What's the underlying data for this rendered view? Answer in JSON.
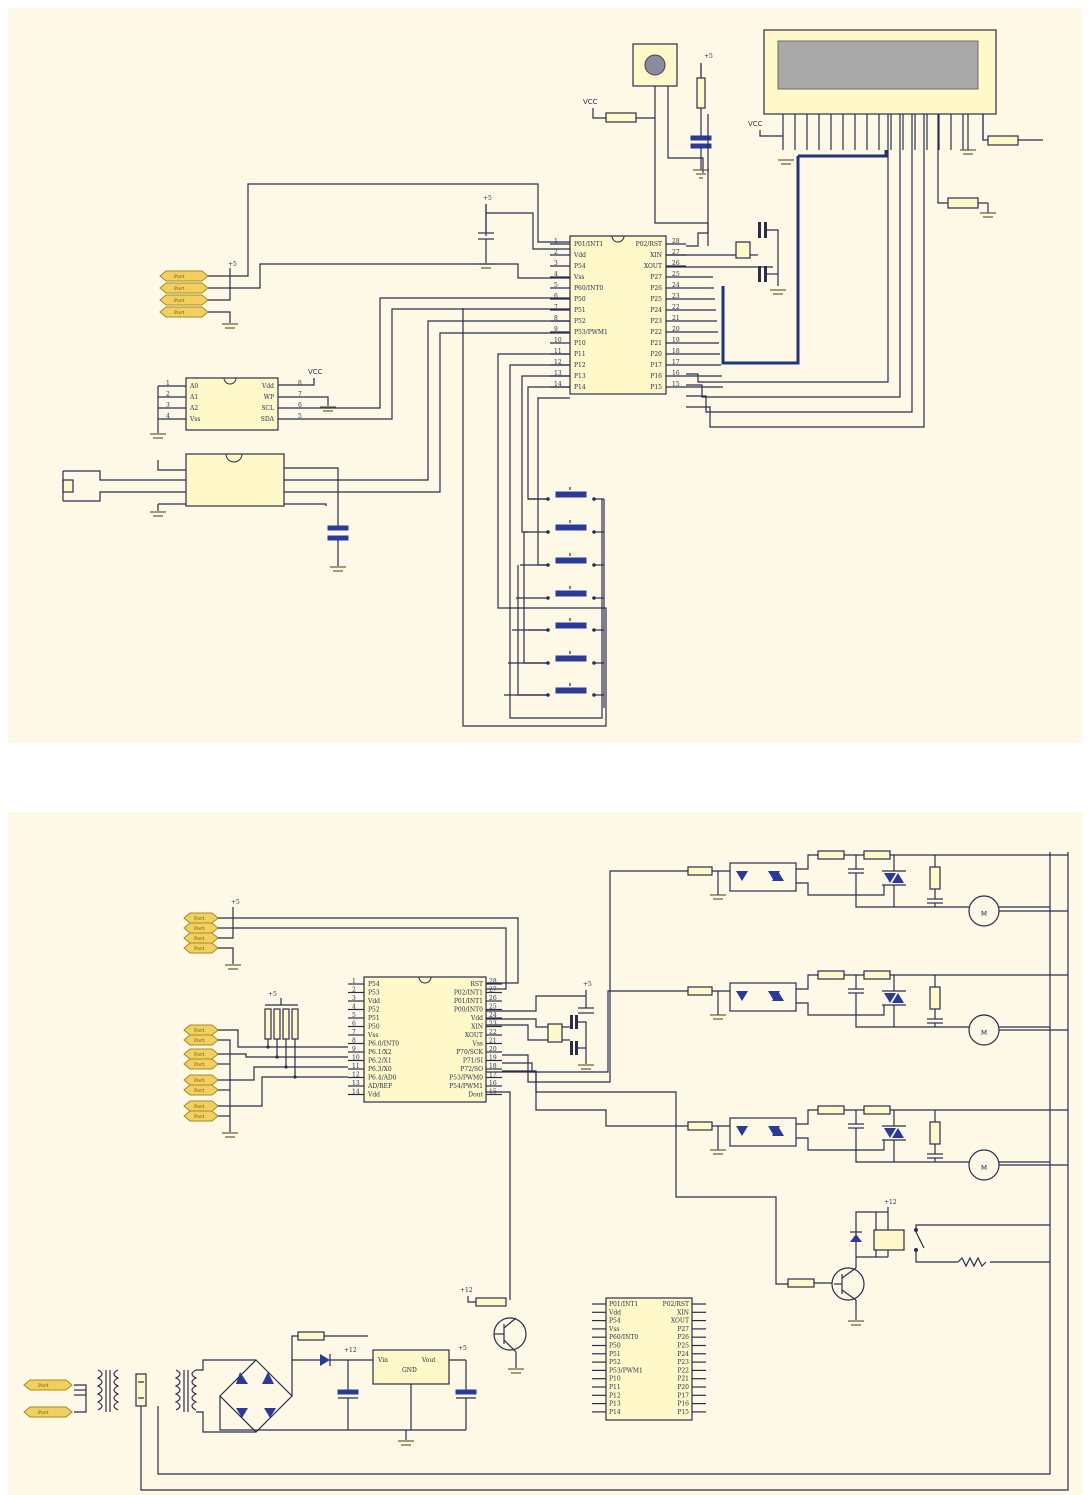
{
  "schematic_1": {
    "mcu": {
      "left_pins": [
        "P01/INT1",
        "Vdd",
        "P54",
        "Vss",
        "P60/INT0",
        "P50",
        "P51",
        "P52",
        "P53/PWM1",
        "P10",
        "P11",
        "P12",
        "P13",
        "P14"
      ],
      "right_pins": [
        "P02/RST",
        "XIN",
        "XOUT",
        "P27",
        "P26",
        "P25",
        "P24",
        "P23",
        "P22",
        "P21",
        "P20",
        "P17",
        "P16",
        "P15"
      ],
      "left_nums": [
        "1",
        "2",
        "3",
        "4",
        "5",
        "6",
        "7",
        "8",
        "9",
        "10",
        "11",
        "12",
        "13",
        "14"
      ],
      "right_nums": [
        "28",
        "27",
        "26",
        "25",
        "24",
        "23",
        "22",
        "21",
        "20",
        "19",
        "18",
        "17",
        "16",
        "15"
      ]
    },
    "eeprom": {
      "left_pins": [
        "A0",
        "A1",
        "A2",
        "Vss"
      ],
      "right_pins": [
        "Vdd",
        "WP",
        "SCL",
        "SDA"
      ],
      "left_nums": [
        "1",
        "2",
        "3",
        "4"
      ],
      "right_nums": [
        "8",
        "7",
        "6",
        "5"
      ]
    },
    "vcc_labels": [
      "VCC",
      "VCC",
      "VCC"
    ],
    "ports": [
      "Port",
      "Port",
      "Port",
      "Port"
    ],
    "supply_labels": [
      "+5",
      "+5",
      "+5"
    ]
  },
  "schematic_2": {
    "mcu": {
      "left_pins": [
        "P54",
        "P53",
        "Vdd",
        "P52",
        "P51",
        "P50",
        "Vss",
        "P6.0/INT0",
        "P6.1/X2",
        "P6.2/X1",
        "P6.3/X0",
        "P6.4/AD0",
        "AD/REF",
        "Vdd"
      ],
      "right_pins": [
        "RST",
        "P02/INT1",
        "P01/INT1",
        "P00/INT0",
        "Vdd",
        "XIN",
        "XOUT",
        "Vss",
        "P70/SCK",
        "P71/SI",
        "P72/SO",
        "P53/PWM0",
        "P54/PWM1",
        "Dout"
      ],
      "left_nums": [
        "1",
        "2",
        "3",
        "4",
        "5",
        "6",
        "7",
        "8",
        "9",
        "10",
        "11",
        "12",
        "13",
        "14"
      ],
      "right_nums": [
        "28",
        "27",
        "26",
        "25",
        "24",
        "23",
        "22",
        "21",
        "20",
        "19",
        "18",
        "17",
        "16",
        "15"
      ]
    },
    "ref_mcu": {
      "left_pins": [
        "P01/INT1",
        "Vdd",
        "P54",
        "Vss",
        "P60/INT0",
        "P50",
        "P51",
        "P52",
        "P53/PWM1",
        "P10",
        "P11",
        "P12",
        "P13",
        "P14"
      ],
      "right_pins": [
        "P02/RST",
        "XIN",
        "XOUT",
        "P27",
        "P26",
        "P25",
        "P24",
        "P23",
        "P22",
        "P21",
        "P20",
        "P17",
        "P16",
        "P15"
      ]
    },
    "regulator": {
      "vin": "Vin",
      "vout": "Vout",
      "gnd": "GND"
    },
    "motors": [
      "M",
      "M",
      "M"
    ],
    "ports_top": [
      "Port",
      "Port",
      "Port",
      "Port"
    ],
    "ports_left": [
      "Port",
      "Port",
      "Port",
      "Port",
      "Port",
      "Port",
      "Port",
      "Port"
    ],
    "ports_mains": [
      "Port",
      "Port"
    ],
    "supply_labels": [
      "+5",
      "+5",
      "+5",
      "+12",
      "+12",
      "+5"
    ]
  }
}
